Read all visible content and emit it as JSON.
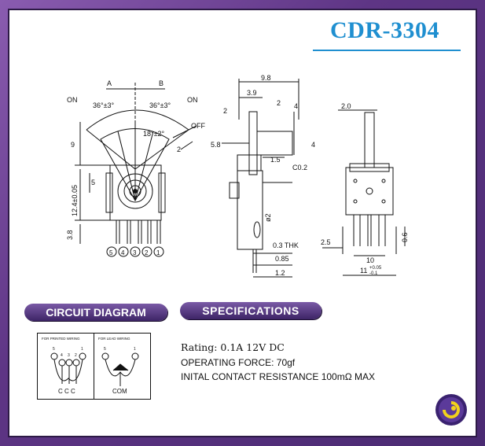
{
  "title": "CDR-3304",
  "sections": {
    "circuit": "CIRCUIT DIAGRAM",
    "specifications": "SPECIFICATIONS"
  },
  "specs": {
    "rating": "Rating: 0.1A 12V DC",
    "force": "OPERATING FORCE: 70gf",
    "resistance": "INITAL CONTACT  RESISTANCE 100mΩ MAX"
  },
  "drawing1": {
    "a": "A",
    "b": "B",
    "on_left": "ON",
    "on_right": "ON",
    "off": "OFF",
    "angle_left": "36°±3°",
    "angle_right": "36°±3°",
    "angle_off": "18°±2°",
    "d9": "9",
    "d5": "5",
    "d124": "12.4±0.05",
    "d38": "3.8",
    "d2": "2",
    "pins": [
      "5",
      "4",
      "3",
      "2",
      "1"
    ]
  },
  "drawing2": {
    "d98": "9.8",
    "d39": "3.9",
    "d2a": "2",
    "d2b": "2",
    "d4a": "4",
    "d4b": "4",
    "d58": "5.8",
    "d15": "1.5",
    "c02": "C0.2",
    "phi": "ø2",
    "t03": "0.3 THK",
    "t085": "0.85",
    "t12": "1.2"
  },
  "drawing3": {
    "d20": "2.0",
    "d25": "2.5",
    "d10": "10",
    "d06": "0.6",
    "d11": "11",
    "d11tol_plus": "+0.05",
    "d11tol_minus": "-0.1"
  },
  "circuit": {
    "left_caption": "FOR PRINTED WIRING",
    "right_caption": "FOR LEAD WIRING",
    "left_bottom": "C C C",
    "right_bottom": "COM",
    "left_pins": [
      "5",
      "4",
      "3",
      "2",
      "1"
    ],
    "right_pins": [
      "5",
      "1"
    ]
  },
  "colors": {
    "title": "#1f8fd0",
    "frame": "#5e3585",
    "pill": "#4a2d73"
  }
}
